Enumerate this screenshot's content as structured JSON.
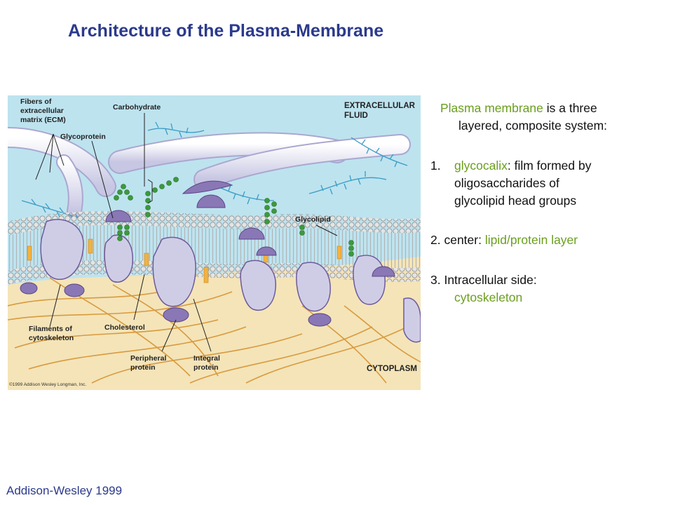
{
  "title": "Architecture of the Plasma-Membrane",
  "figure": {
    "labels": {
      "ecm": [
        "Fibers of",
        "extracellular",
        "matrix (ECM)"
      ],
      "carbohydrate": "Carbohydrate",
      "glycoprotein": "Glycoprotein",
      "extracellular": [
        "EXTRACELLULAR",
        "FLUID"
      ],
      "glycolipid": "Glycolipid",
      "filaments": [
        "Filaments of",
        "cytoskeleton"
      ],
      "cholesterol": "Cholesterol",
      "peripheral": [
        "Peripheral",
        "protein"
      ],
      "integral": [
        "Integral",
        "protein"
      ],
      "cytoplasm": "CYTOPLASM",
      "copyright": "©1999 Addison Wesley Longman, Inc."
    },
    "colors": {
      "fluid": "#b9e1ee",
      "cytoplasm": "#f3e3b6",
      "lipid_head": "#d8d8d8",
      "protein": "#cfcde6",
      "protein_dark": "#6d5a9b",
      "sugar": "#3c9a3c",
      "fiber": "#d9a24c"
    }
  },
  "panel": {
    "intro": {
      "term": "Plasma membrane",
      "rest1": " is a three",
      "line2": "layered, composite system:"
    },
    "items": [
      {
        "number": "1.",
        "term": "glycocalix",
        "rest": ": film formed by",
        "cont": [
          "oligosaccharides  of",
          "glycolipid head groups"
        ]
      },
      {
        "number": "2. center: ",
        "term": "lipid/protein layer"
      },
      {
        "number": "3. Intracellular side:",
        "cont_term": "cytoskeleton"
      }
    ],
    "accent_color": "#6a9f1d"
  },
  "footer": "Addison-Wesley 1999"
}
